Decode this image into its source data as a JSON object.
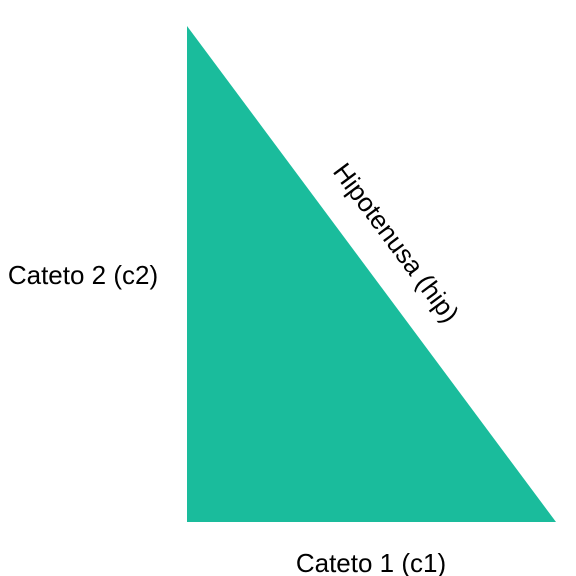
{
  "triangle": {
    "fill_color": "#1abc9c"
  },
  "labels": {
    "leg_vertical": "Cateto 2 (c2)",
    "leg_horizontal": "Cateto 1 (c1)",
    "hypotenuse": "Hipotenusa (hip)"
  },
  "colors": {
    "text": "#000000",
    "background": "#ffffff"
  }
}
